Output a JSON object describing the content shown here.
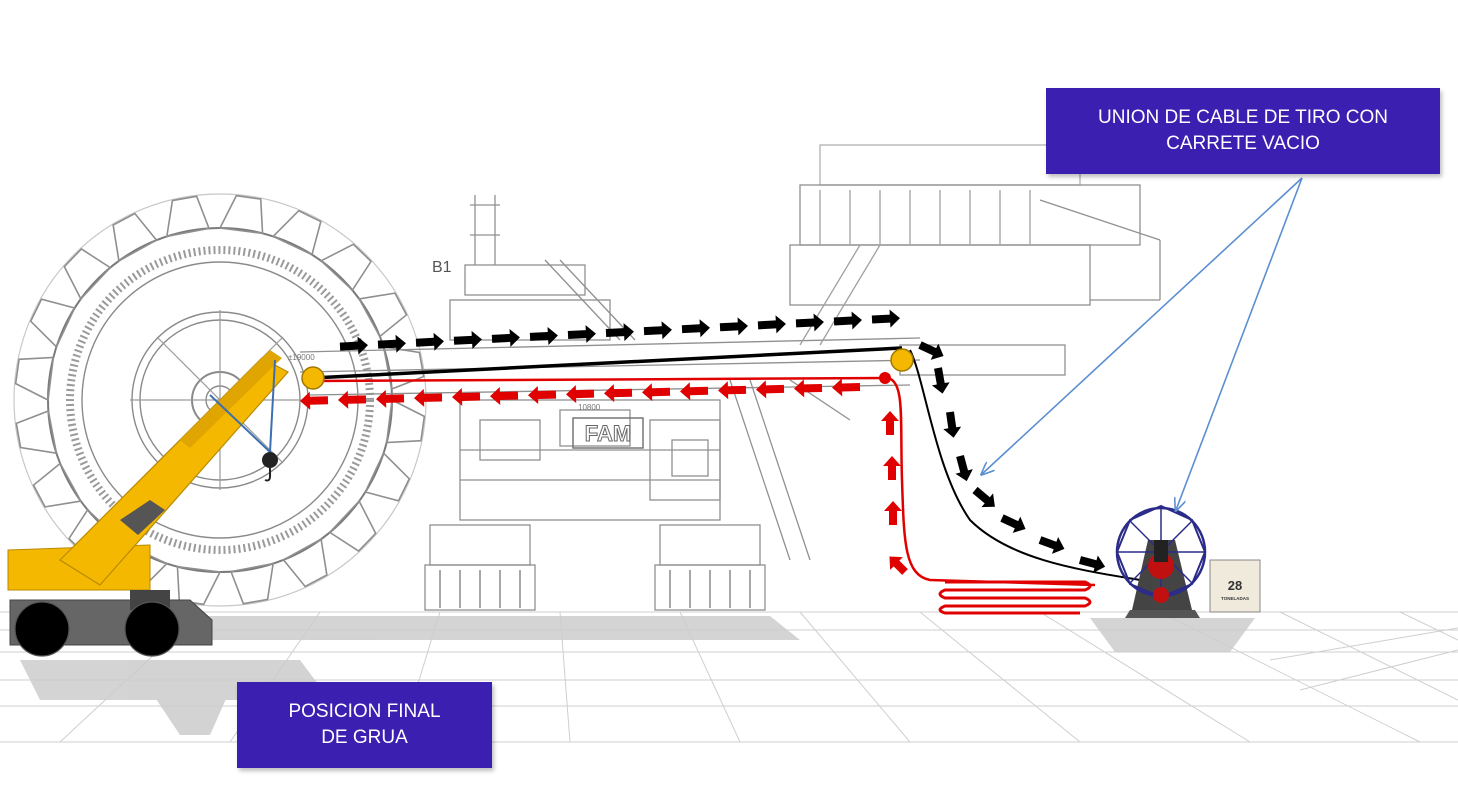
{
  "callouts": {
    "reel_line1": "UNION DE CABLE DE TIRO CON",
    "reel_line2": "CARRETE VACIO",
    "crane_line1": "POSICION FINAL",
    "crane_line2": "DE GRUA"
  },
  "weight_block": {
    "value": "28",
    "unit": "TONELADAS"
  },
  "drawing_labels": {
    "b1": "B1",
    "brand": "FAM",
    "dim_left": "±19000",
    "dim_mid": "10800"
  },
  "colors": {
    "callout_bg": "#3a1fb0",
    "crane_yellow": "#f5b800",
    "pull_cable": "#000000",
    "return_cable": "#e00000",
    "pulley": "#f5b800",
    "callout_arrow": "#5b8fd0"
  }
}
